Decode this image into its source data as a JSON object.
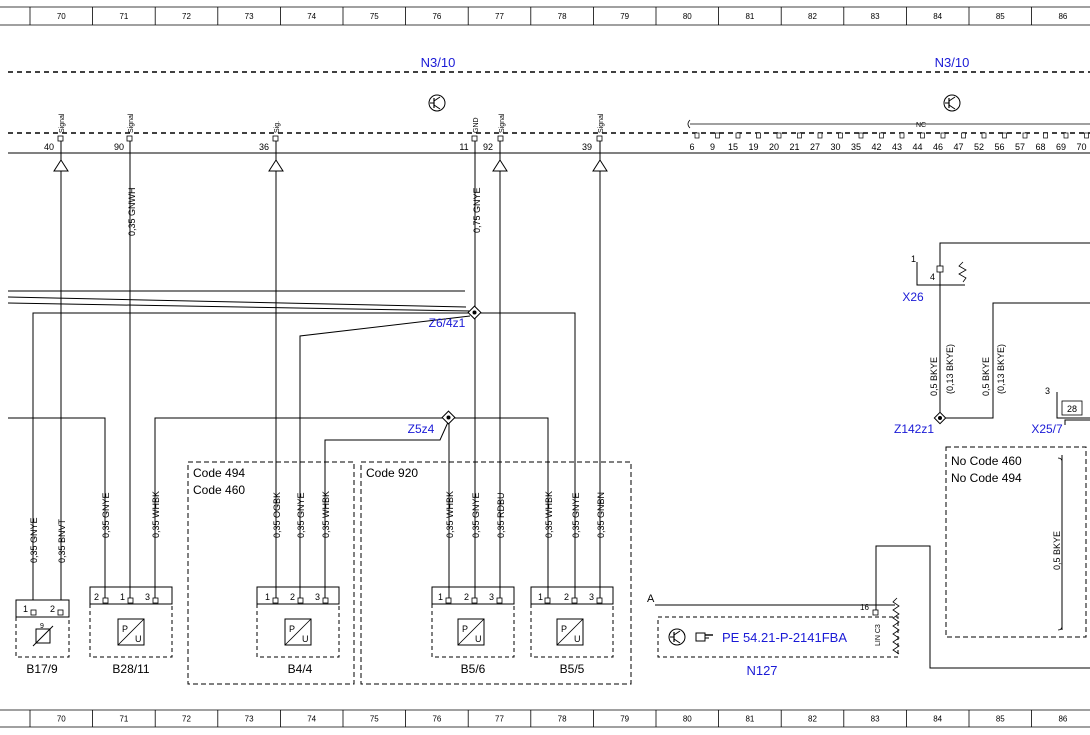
{
  "grid": {
    "columns": [
      "70",
      "71",
      "72",
      "73",
      "74",
      "75",
      "76",
      "77",
      "78",
      "79",
      "80",
      "81",
      "82",
      "83",
      "84",
      "85",
      "86"
    ]
  },
  "modules": [
    {
      "id": "N3/10",
      "labels": [
        "N3/10",
        "N3/10"
      ]
    }
  ],
  "pin_tags": {
    "p40": "Signal",
    "p90": "Signal",
    "p36": "Sig.",
    "p11": "GND",
    "p92": "Signal",
    "p39": "Signal",
    "nc": "NC"
  },
  "pins_left": [
    "40",
    "90",
    "36",
    "11",
    "92",
    "39"
  ],
  "pins_right": [
    "6",
    "9",
    "15",
    "19",
    "20",
    "21",
    "27",
    "30",
    "35",
    "42",
    "43",
    "44",
    "46",
    "47",
    "52",
    "56",
    "57",
    "68",
    "69",
    "70"
  ],
  "wires": {
    "w90": "0,35 GNWH",
    "w11": "0,75 GNYE",
    "a": "0,35 GNYE",
    "b": "0,35 BNVT",
    "c": "0,35 GNYE",
    "d": "0,35 WHBK",
    "e": "0,35 OGBK",
    "f": "0,35 GNYE",
    "g": "0,35 WHBK",
    "h": "0,35 WHBK",
    "i": "0,35 GNYE",
    "j": "0,35 RDBU",
    "k": "0,35 WHBK",
    "l": "0,35 GNYE",
    "m": "0,35 GNBN",
    "x1": "0,5 BKYE",
    "x1b": "(0,13 BKYE)",
    "x2": "0,5 BKYE",
    "x2b": "(0,13 BKYE)",
    "x3": "0,5 BKYE"
  },
  "nodes": {
    "z6": "Z6/4z1",
    "z5": "Z5z4",
    "z142": "Z142z1",
    "x26": "X26",
    "x25": "X25/7"
  },
  "codes": {
    "c494": "Code 494",
    "c460": "Code 460",
    "c920": "Code 920",
    "nc460": "No Code 460",
    "nc494": "No Code 494"
  },
  "components": {
    "b17": {
      "label": "B17/9",
      "pins": [
        "1",
        "2"
      ]
    },
    "b28": {
      "label": "B28/11",
      "pins": [
        "2",
        "1",
        "3"
      ]
    },
    "b44": {
      "label": "B4/4",
      "pins": [
        "1",
        "2",
        "3"
      ]
    },
    "b56": {
      "label": "B5/6",
      "pins": [
        "1",
        "2",
        "3"
      ]
    },
    "b55": {
      "label": "B5/5",
      "pins": [
        "1",
        "2",
        "3"
      ]
    },
    "n127": {
      "label": "N127",
      "ref": "PE 54.21-P-2141FBA",
      "pin": "16",
      "lin": "LIN C3"
    },
    "x26pins": {
      "a": "1",
      "b": "4"
    },
    "x25pins": {
      "a": "3",
      "b": "28"
    },
    "point_a": "A"
  }
}
